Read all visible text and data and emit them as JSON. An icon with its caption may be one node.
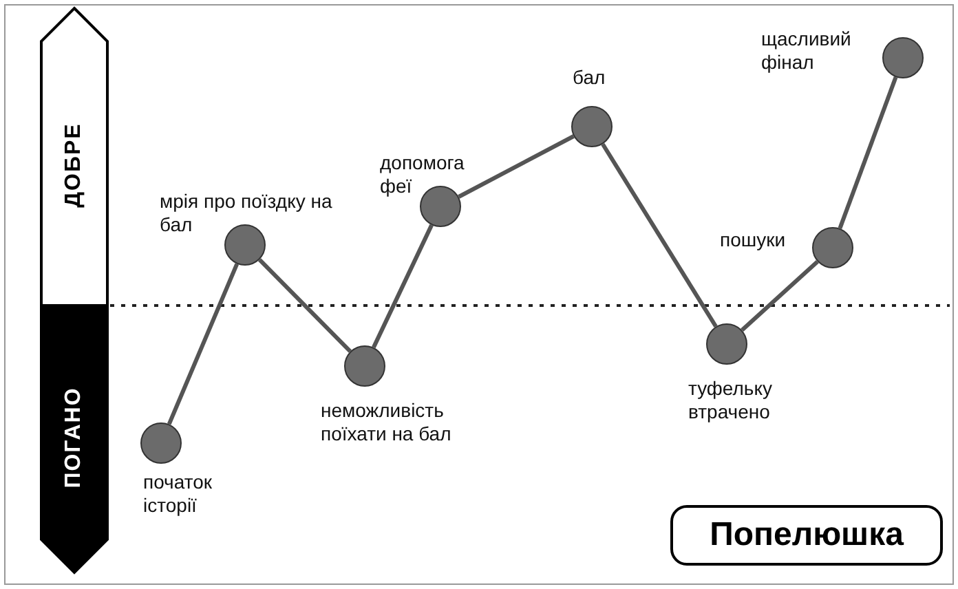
{
  "diagram": {
    "nodes": [
      {
        "text": [],
        "shape": "circle",
        "beside": [
          "початок історії"
        ]
      },
      {
        "text": [],
        "shape": "circle",
        "beside": [
          "мрія про поїздку на бал"
        ]
      },
      {
        "text": [],
        "shape": "circle",
        "beside": [
          "неможливість поїхати на бал"
        ]
      },
      {
        "text": [],
        "shape": "circle",
        "beside": [
          "допомога феї"
        ]
      },
      {
        "text": [],
        "shape": "circle",
        "beside": [
          "бал"
        ]
      },
      {
        "text": [],
        "shape": "circle",
        "beside": [
          "туфельку втрачено"
        ]
      },
      {
        "text": [],
        "shape": "circle",
        "beside": [
          "пошуки"
        ]
      },
      {
        "text": [],
        "shape": "circle",
        "beside": [
          "щасливий фінал"
        ]
      },
      {
        "text": [
          "Попелюшка"
        ]
      }
    ],
    "edges": [
      {
        "from": 0,
        "to": 1,
        "arrow": "none"
      },
      {
        "from": 1,
        "to": 2,
        "arrow": "none"
      },
      {
        "from": 2,
        "to": 3,
        "arrow": "none"
      },
      {
        "from": 3,
        "to": 4,
        "arrow": "none"
      },
      {
        "from": 4,
        "to": 5,
        "arrow": "none"
      },
      {
        "from": 5,
        "to": 6,
        "arrow": "none"
      },
      {
        "from": 6,
        "to": 7,
        "arrow": "none"
      }
    ],
    "labels": [
      "ДОБРЕ",
      "ПОГАНО"
    ]
  }
}
